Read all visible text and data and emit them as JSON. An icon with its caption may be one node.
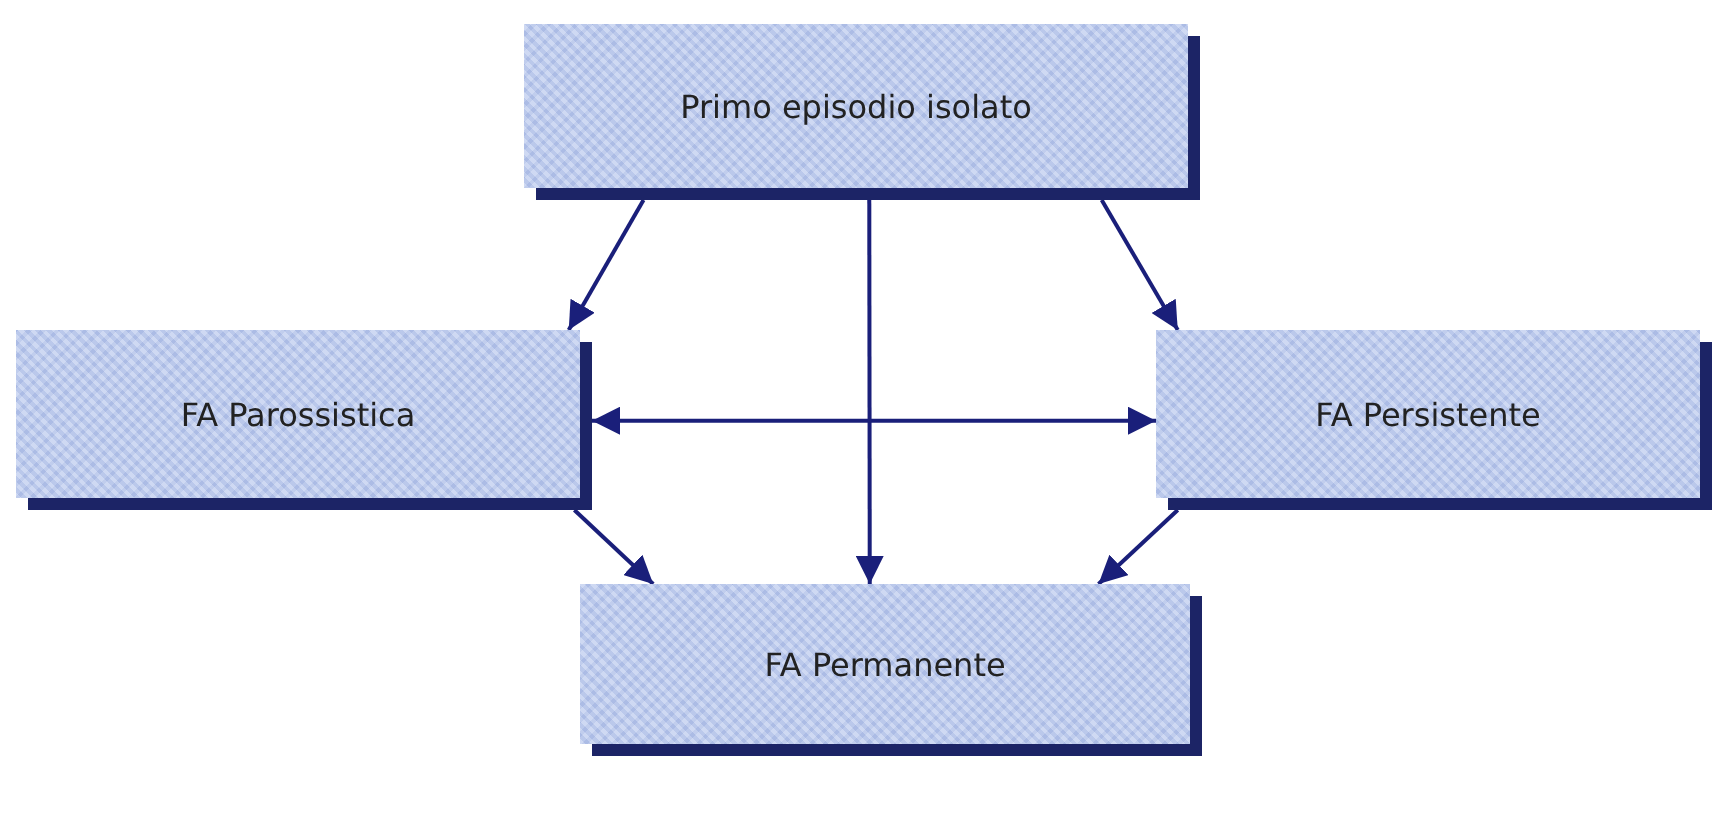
{
  "diagram": {
    "nodes": [
      {
        "text": [
          "Primo episodio isolato"
        ]
      },
      {
        "text": [
          "FA Parossistica"
        ]
      },
      {
        "text": [
          "FA Persistente"
        ]
      },
      {
        "text": [
          "FA Permanente"
        ]
      }
    ],
    "edges": [
      {
        "from": 0,
        "to": 1,
        "arrow": "to"
      },
      {
        "from": 0,
        "to": 2,
        "arrow": "to"
      },
      {
        "from": 0,
        "to": 3,
        "arrow": "to"
      },
      {
        "from": 1,
        "to": 2,
        "arrow": "both"
      },
      {
        "from": 1,
        "to": 3,
        "arrow": "to"
      },
      {
        "from": 2,
        "to": 3,
        "arrow": "to"
      }
    ]
  }
}
